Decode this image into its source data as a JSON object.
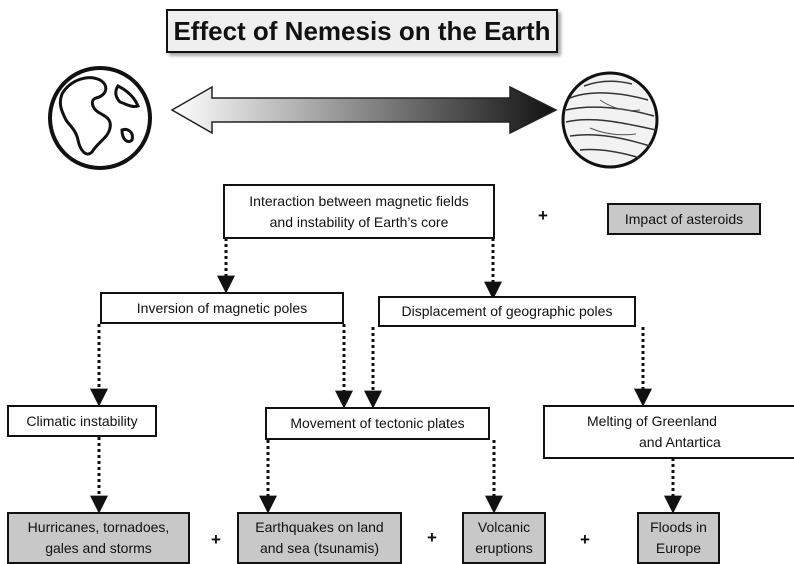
{
  "title": "Effect of Nemesis on the Earth",
  "icons": {
    "left": "earth-globe-icon",
    "right": "nemesis-planet-icon",
    "arrow": "double-headed-gradient-arrow"
  },
  "nodes": {
    "interaction": {
      "line1": "Interaction between magnetic fields",
      "line2": "and instability of Earth’s core"
    },
    "asteroids": "Impact of asteroids",
    "inversion": "Inversion of magnetic poles",
    "displacement": "Displacement  of geographic poles",
    "climatic": "Climatic instability",
    "tectonic": "Movement  of tectonic plates",
    "melting": {
      "line1": "Melting of Greenland",
      "line2": "and Antartica"
    },
    "hurricanes": {
      "line1": "Hurricanes, tornadoes,",
      "line2": "gales and storms"
    },
    "earthquakes": {
      "line1": "Earthquakes on land",
      "line2": "and sea (tsunamis)"
    },
    "volcanic": {
      "line1": "Volcanic",
      "line2": "eruptions"
    },
    "floods": {
      "line1": "Floods in",
      "line2": "Europe"
    }
  },
  "plus_sign": "+",
  "colors": {
    "gray_box": "#c8c8c8",
    "line": "#111111"
  }
}
